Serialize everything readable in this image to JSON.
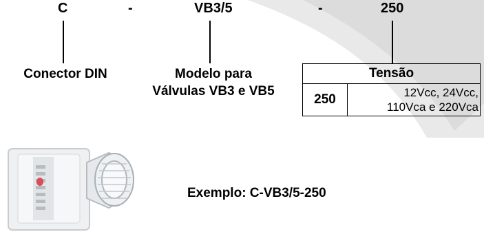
{
  "code": {
    "part1": "C",
    "sep1": "-",
    "part2": "VB3/5",
    "sep2": "-",
    "part3": "250"
  },
  "labels": {
    "connector": "Conector DIN",
    "model_line1": "Modelo para",
    "model_line2": "Válvulas VB3 e VB5"
  },
  "table": {
    "header": "Tensão",
    "code": "250",
    "voltage_line1": "12Vcc, 24Vcc,",
    "voltage_line2": "110Vca e 220Vca"
  },
  "example": "Exemplo: C-VB3/5-250",
  "colors": {
    "swoosh": "#e6e6e6",
    "text": "#000000"
  }
}
